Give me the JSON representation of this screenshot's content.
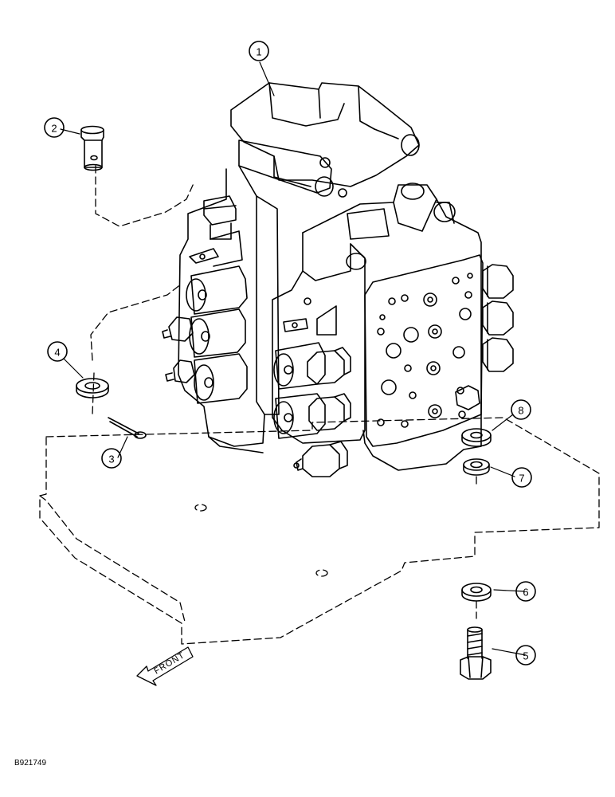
{
  "diagram": {
    "figure_id": "B921749",
    "front_label": "FRONT",
    "callouts": [
      "1",
      "2",
      "3",
      "4",
      "5",
      "6",
      "7",
      "8"
    ]
  },
  "colors": {
    "line": "#000000",
    "paper": "#ffffff"
  }
}
